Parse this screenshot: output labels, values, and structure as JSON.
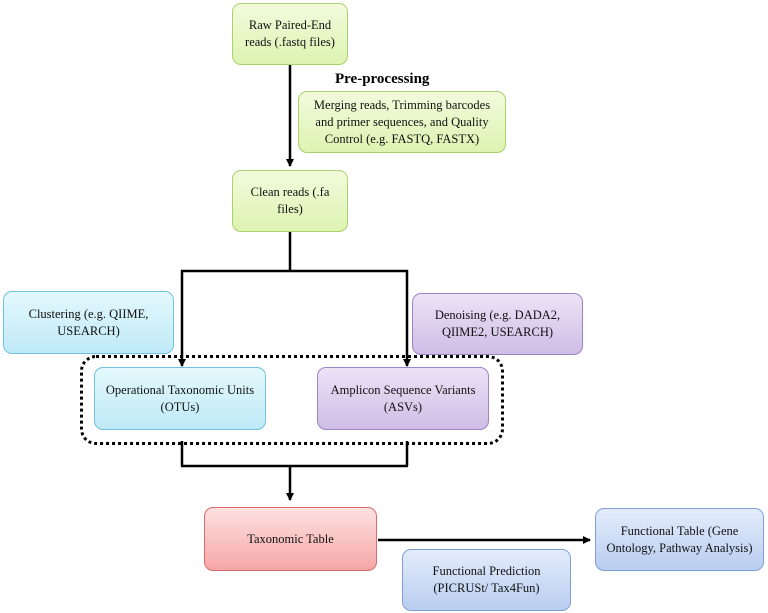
{
  "nodes": {
    "raw_reads": "Raw Paired-End\nreads (.fastq files)",
    "preprocessing_title": "Pre-processing",
    "preprocessing_desc": "Merging reads, Trimming barcodes\nand primer sequences, and Quality\nControl (e.g. FASTQ, FASTX)",
    "clean_reads": "Clean reads (.fa\nfiles)",
    "clustering": "Clustering (e.g. QIIME,\nUSEARCH)",
    "denoising": "Denoising (e.g. DADA2,\nQIIME2, USEARCH)",
    "otus": "Operational Taxonomic Units\n(OTUs)",
    "asvs": "Amplicon Sequence Variants\n(ASVs)",
    "taxonomic_table": "Taxonomic Table",
    "functional_table": "Functional Table (Gene\nOntology, Pathway Analysis)",
    "functional_prediction": "Functional Prediction\n(PICRUSt/ Tax4Fun)"
  }
}
